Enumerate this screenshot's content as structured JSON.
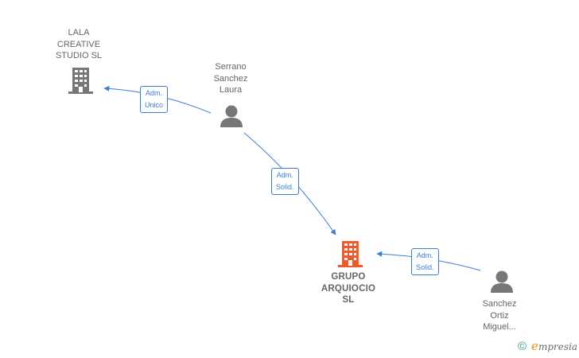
{
  "nodes": {
    "lala": {
      "label": "LALA\nCREATIVE\nSTUDIO  SL",
      "kind": "company",
      "color": "#777777"
    },
    "serrano": {
      "label": "Serrano\nSanchez\nLaura",
      "kind": "person",
      "color": "#777777"
    },
    "grupo": {
      "label": "GRUPO\nARQUIOCIO\nSL",
      "kind": "company",
      "color": "#f05a28"
    },
    "sanchez": {
      "label": "Sanchez\nOrtiz\nMiguel...",
      "kind": "person",
      "color": "#777777"
    }
  },
  "edges": {
    "e1": {
      "label": "Adm.\nUnico",
      "from": "serrano",
      "to": "lala"
    },
    "e2": {
      "label": "Adm.\nSolid.",
      "from": "serrano",
      "to": "grupo"
    },
    "e3": {
      "label": "Adm.\nSolid.",
      "from": "sanchez",
      "to": "grupo"
    }
  },
  "footer": {
    "copyright_symbol": "©",
    "brand_initial": "e",
    "brand_rest": "mpresia"
  },
  "colors": {
    "edge": "#3b7fd4",
    "node_gray": "#777777",
    "node_highlight": "#f05a28"
  }
}
